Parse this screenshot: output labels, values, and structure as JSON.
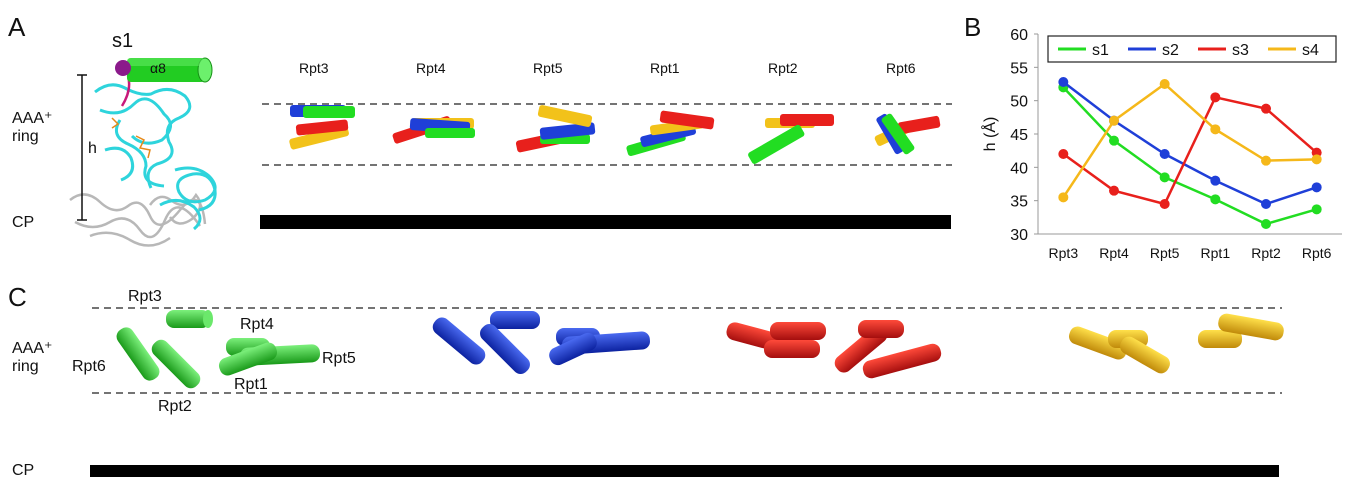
{
  "panel_a": {
    "letter": "A",
    "state_label": "s1",
    "helix_label": "α8",
    "ring_label_line1": "AAA⁺",
    "ring_label_line2": "ring",
    "height_label": "h",
    "cp_label": "CP",
    "columns": [
      "Rpt3",
      "Rpt4",
      "Rpt5",
      "Rpt1",
      "Rpt2",
      "Rpt6"
    ],
    "colors": {
      "s1": "#22dd22",
      "s2": "#1f3fd8",
      "s3": "#e8201c",
      "s4": "#f2c21a"
    }
  },
  "panel_b": {
    "letter": "B",
    "chart_data": {
      "type": "line",
      "categories": [
        "Rpt3",
        "Rpt4",
        "Rpt5",
        "Rpt1",
        "Rpt2",
        "Rpt6"
      ],
      "series": [
        {
          "name": "s1",
          "color": "#22dd22",
          "values": [
            52,
            44,
            38.5,
            35.2,
            31.5,
            33.7
          ]
        },
        {
          "name": "s2",
          "color": "#1f3fd8",
          "values": [
            52.8,
            47,
            42,
            38,
            34.5,
            37
          ]
        },
        {
          "name": "s3",
          "color": "#e8201c",
          "values": [
            42,
            36.5,
            34.5,
            50.5,
            48.8,
            42.2
          ]
        },
        {
          "name": "s4",
          "color": "#f5b81a",
          "values": [
            35.5,
            47,
            52.5,
            45.7,
            41,
            41.2
          ]
        }
      ],
      "ylabel": "h (Å)",
      "ylim": [
        30,
        60
      ],
      "yticks": [
        30,
        35,
        40,
        45,
        50,
        55,
        60
      ],
      "legend": "top"
    }
  },
  "panel_c": {
    "letter": "C",
    "ring_label_line1": "AAA⁺",
    "ring_label_line2": "ring",
    "cp_label": "CP",
    "subunit_labels": {
      "rpt3": "Rpt3",
      "rpt4": "Rpt4",
      "rpt5": "Rpt5",
      "rpt1": "Rpt1",
      "rpt2": "Rpt2",
      "rpt6": "Rpt6"
    }
  }
}
